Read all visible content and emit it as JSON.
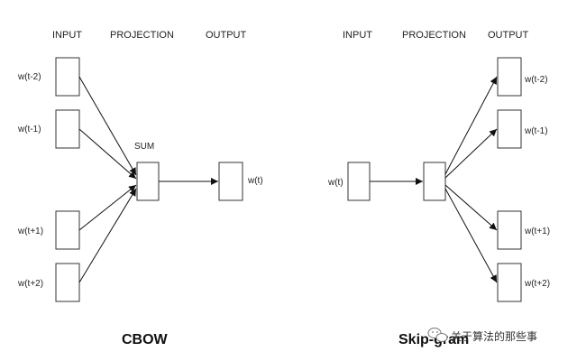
{
  "cbow": {
    "title": "CBOW",
    "headers": {
      "input": "INPUT",
      "projection": "PROJECTION",
      "output": "OUTPUT"
    },
    "inputs": [
      "w(t-2)",
      "w(t-1)",
      "w(t+1)",
      "w(t+2)"
    ],
    "projection_label": "SUM",
    "output": "w(t)"
  },
  "skipgram": {
    "title": "Skip-gram",
    "headers": {
      "input": "INPUT",
      "projection": "PROJECTION",
      "output": "OUTPUT"
    },
    "input": "w(t)",
    "outputs": [
      "w(t-2)",
      "w(t-1)",
      "w(t+1)",
      "w(t+2)"
    ]
  },
  "watermark": {
    "icon": "wechat-icon",
    "text": "关于算法的那些事"
  }
}
